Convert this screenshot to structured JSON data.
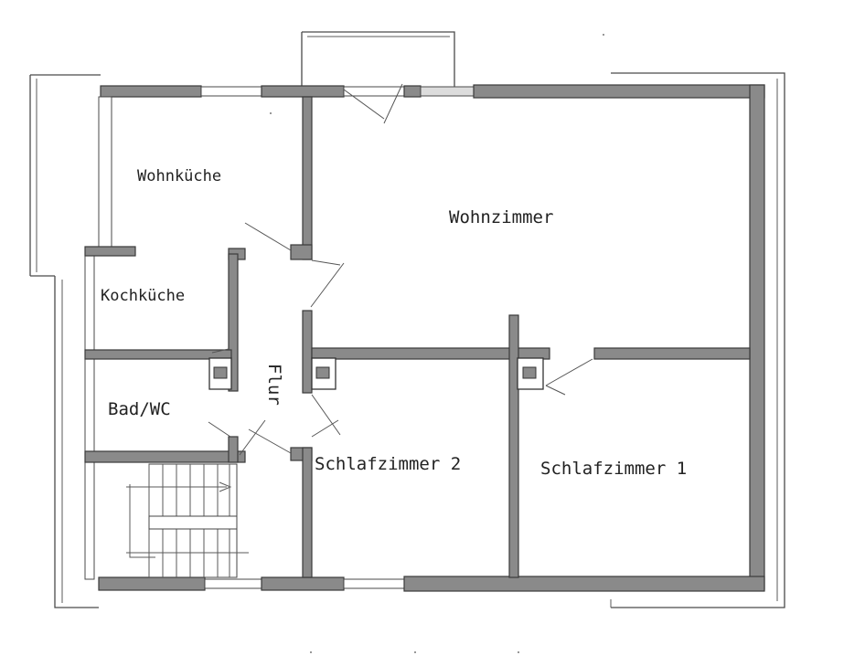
{
  "rooms": {
    "wohnkueche": "Wohnküche",
    "wohnzimmer": "Wohnzimmer",
    "kochkueche": "Kochküche",
    "bad_wc": "Bad/WC",
    "flur": "Flur",
    "schlafzimmer_2": "Schlafzimmer 2",
    "schlafzimmer_1": "Schlafzimmer 1"
  },
  "colors": {
    "wall": "#8a8a8a",
    "outline": "#3a3a3a",
    "background": "#ffffff"
  }
}
